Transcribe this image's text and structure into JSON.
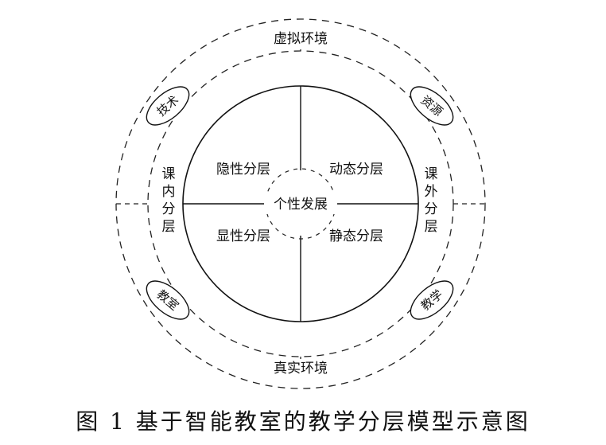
{
  "diagram": {
    "outer_top": "虚拟环境",
    "outer_bottom": "真实环境",
    "left_ring": [
      "课",
      "内",
      "分",
      "层"
    ],
    "right_ring": [
      "课",
      "外",
      "分",
      "层"
    ],
    "quadrants": {
      "top_left": "隐性分层",
      "top_right": "动态分层",
      "bottom_left": "显性分层",
      "bottom_right": "静态分层"
    },
    "center": "个性发展",
    "bubbles": {
      "top_left": "技术",
      "top_right": "资源",
      "bottom_left": "教室",
      "bottom_right": "教学"
    }
  },
  "caption": "图 1  基于智能教室的教学分层模型示意图"
}
